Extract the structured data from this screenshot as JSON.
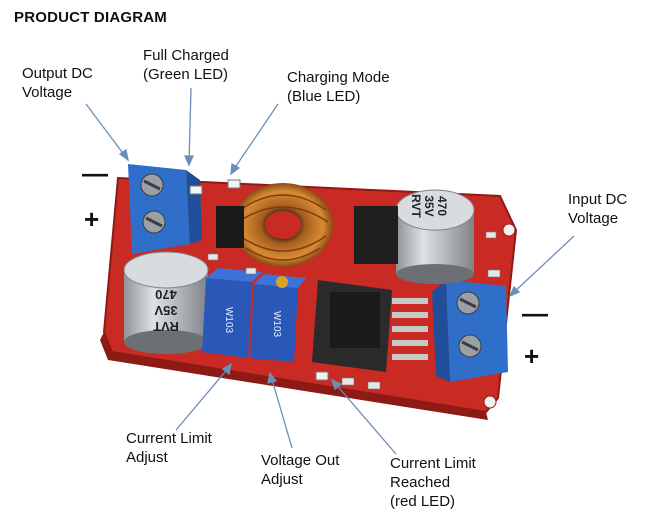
{
  "header": {
    "title": "PRODUCT DIAGRAM"
  },
  "labels": {
    "output_dc": "Output DC\nVoltage",
    "full_charged": "Full Charged\n(Green LED)",
    "charging_mode": "Charging Mode\n(Blue LED)",
    "input_dc": "Input DC\nVoltage",
    "current_limit_adjust": "Current Limit\nAdjust",
    "voltage_out_adjust": "Voltage Out\nAdjust",
    "current_limit_reached": "Current Limit\nReached\n(red LED)"
  },
  "signs": {
    "output_minus": "—",
    "output_plus": "+",
    "input_minus": "—",
    "input_plus": "+"
  },
  "components": {
    "capacitor_left": [
      "470",
      "35V",
      "RVT"
    ],
    "capacitor_right": [
      "470",
      "35V",
      "RVT"
    ],
    "pot_left_code": "W103",
    "pot_right_code": "W103"
  },
  "colors": {
    "pcb": "#d8322b",
    "terminal": "#2f6fc9",
    "capacitor": "#b9bcc0",
    "inductor": "#c8782a",
    "pointer": "#6a8fb8"
  }
}
